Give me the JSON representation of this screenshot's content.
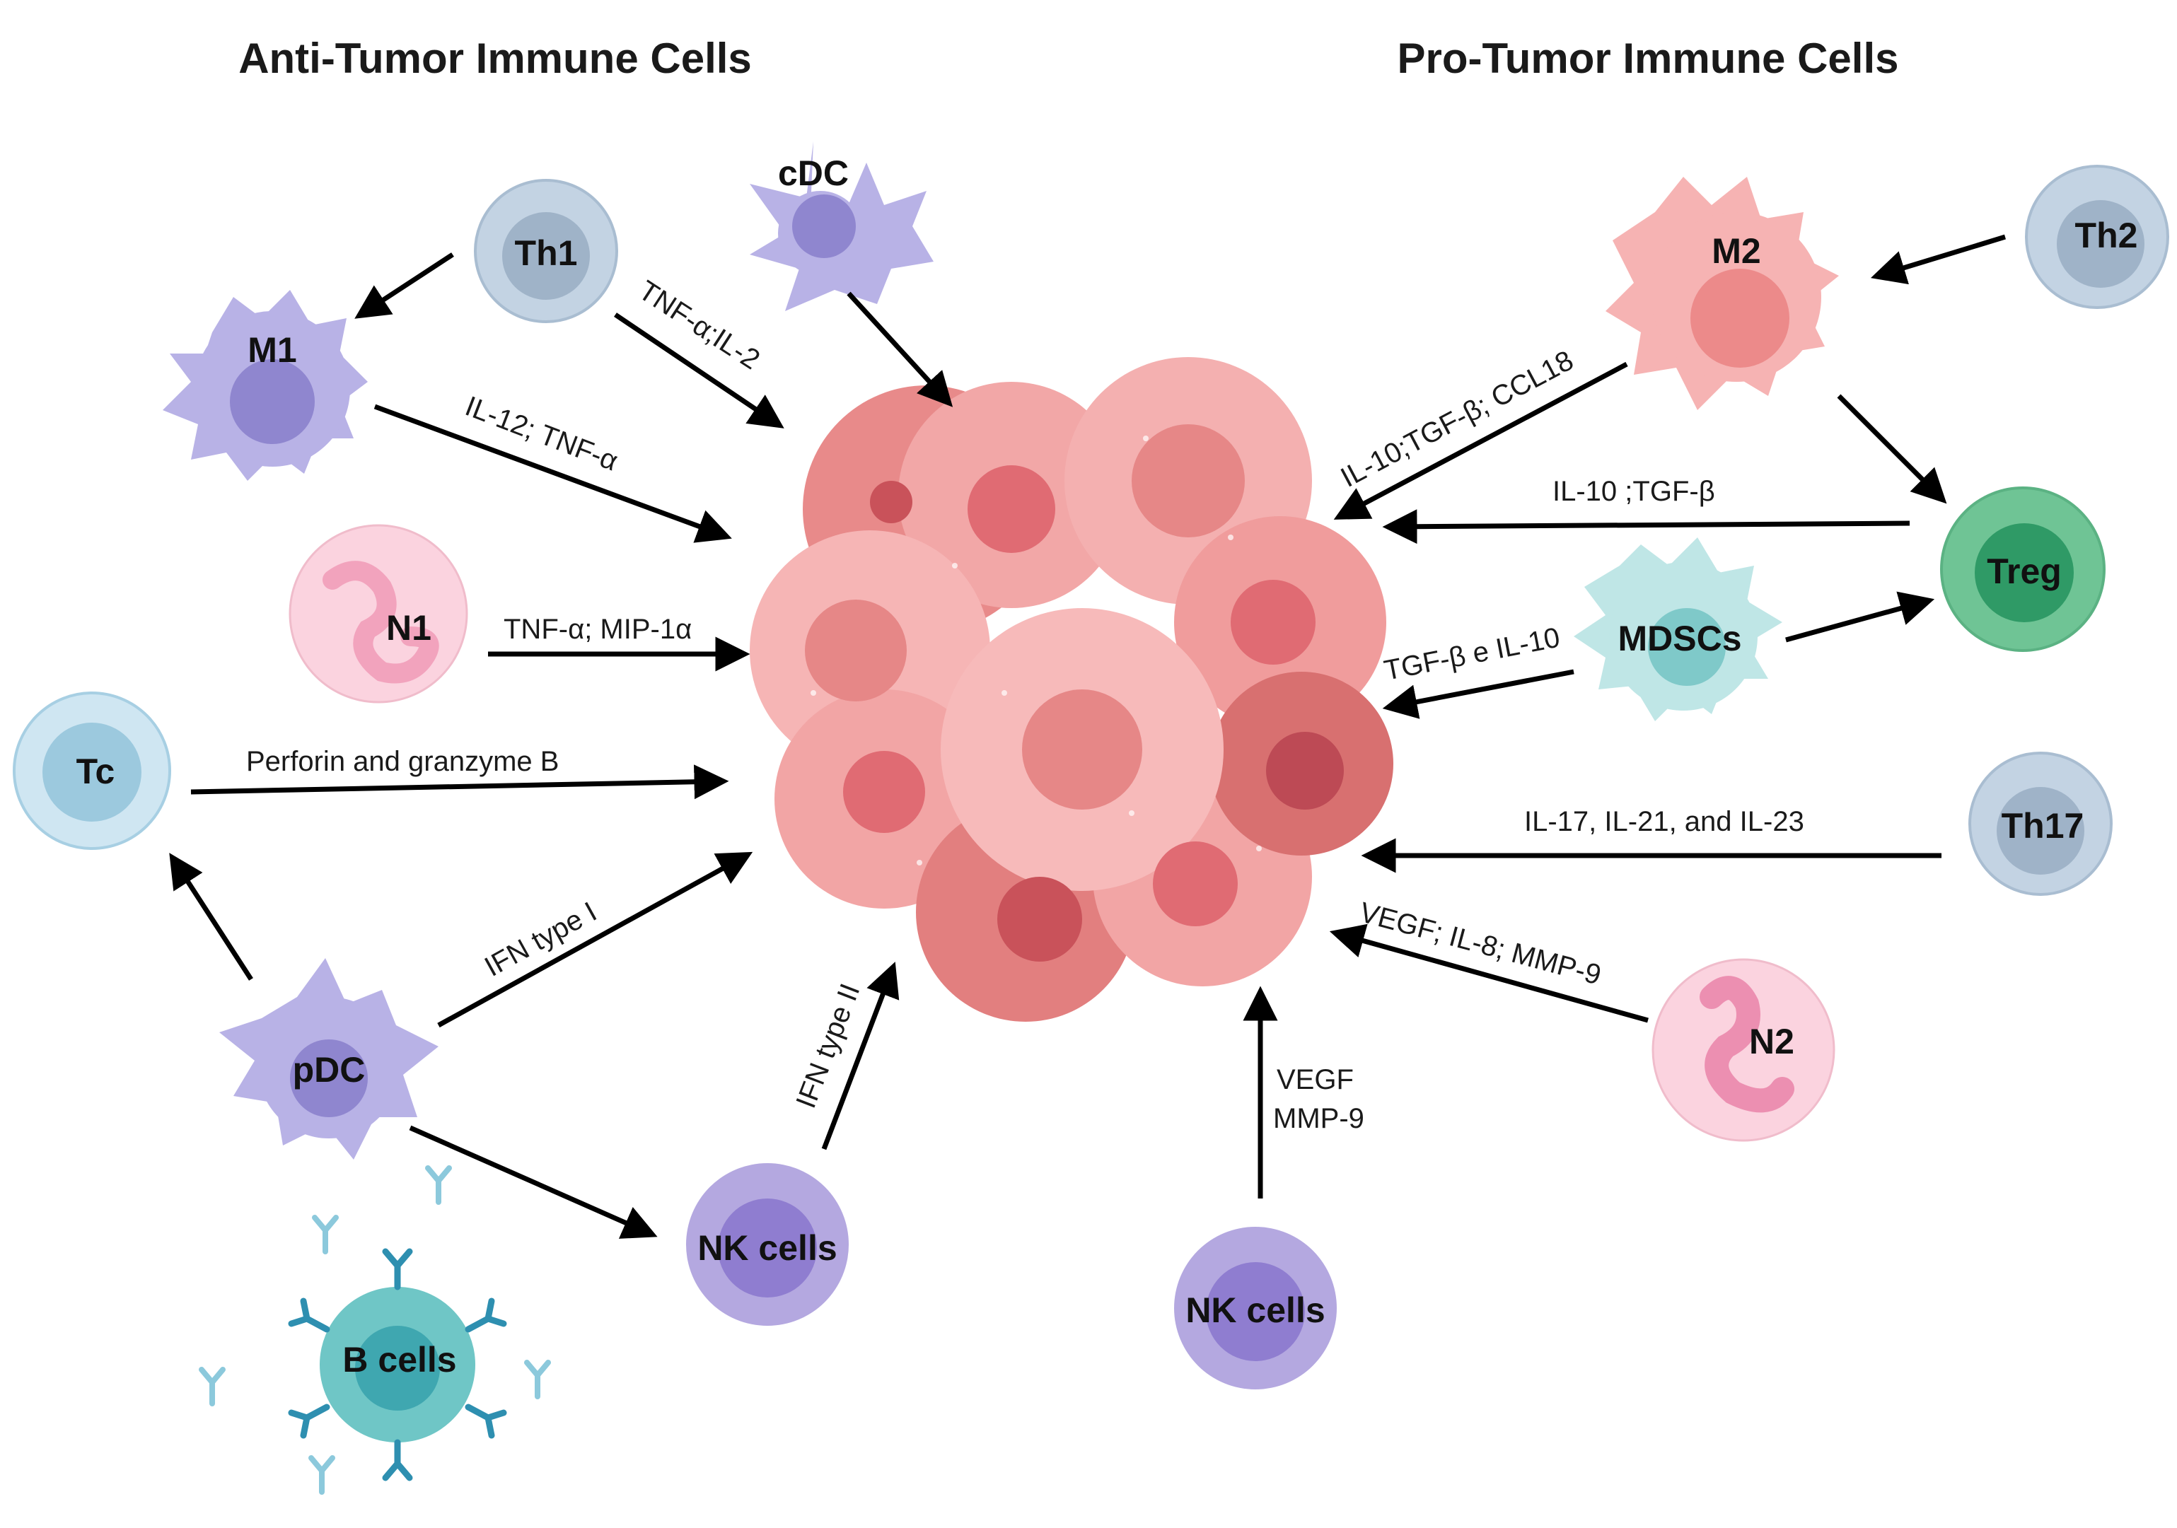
{
  "headings": {
    "anti": "Anti-Tumor Immune Cells",
    "pro": "Pro-Tumor Immune Cells"
  },
  "tumor": {
    "color_light": "#f4a3a3",
    "color_mid": "#ec8585",
    "color_dark": "#d86a6a",
    "nucleus": "#e57373",
    "nucleus_dark": "#c9525a"
  },
  "cells": {
    "th1": "Th1",
    "cdc": "cDC",
    "m1": "M1",
    "n1": "N1",
    "tc": "Tc",
    "pdc": "pDC",
    "b_cells": "B cells",
    "nk_left": "NK cells",
    "nk_bottom": "NK cells",
    "m2": "M2",
    "th2": "Th2",
    "treg": "Treg",
    "mdscs": "MDSCs",
    "th17": "Th17",
    "n2": "N2"
  },
  "edges": {
    "th1_tumor": "TNF-α;IL-2",
    "m1_tumor": "IL-12;  TNF-α",
    "n1_tumor": "TNF-α;  MIP-1α",
    "tc_tumor": "Perforin and granzyme  B",
    "pdc_tumor": "IFN type I",
    "nk_tumor": "IFN type II",
    "m2_tumor": "IL-10;TGF-β;  CCL18",
    "treg_tumor": "IL-10 ;TGF-β",
    "mdsc_tumor": "TGF-β  e IL-10",
    "th17_tumor": "IL-17,  IL-21,  and IL-23",
    "n2_tumor": "VEGF;  IL-8;  MMP-9",
    "nkb_tumor_1": "VEGF",
    "nkb_tumor_2": "MMP-9"
  },
  "colors": {
    "purple_cell": "#b8b2e6",
    "purple_nucleus": "#8f86cf",
    "lymph_gray": "#c3d3e3",
    "lymph_gray_nucleus": "#9fb3c8",
    "tc_blue": "#cfe6f2",
    "tc_nucleus": "#9cc9de",
    "pink_neutrophil": "#fbd3df",
    "pink_neutrophil_nucleus": "#f2a3bd",
    "m2_pink": "#f6b3b3",
    "m2_nucleus": "#ec8a8a",
    "treg_green": "#6fc495",
    "treg_nucleus": "#2f9a66",
    "mdsc_teal": "#bfe6e6",
    "mdsc_nucleus": "#7fc9c9",
    "bcell_teal": "#6fc6c6",
    "bcell_nucleus": "#3fa7b0",
    "antibody": "#2e8fb0",
    "nk_purple": "#b4a8e0",
    "nk_nucleus": "#8f7dd0"
  }
}
